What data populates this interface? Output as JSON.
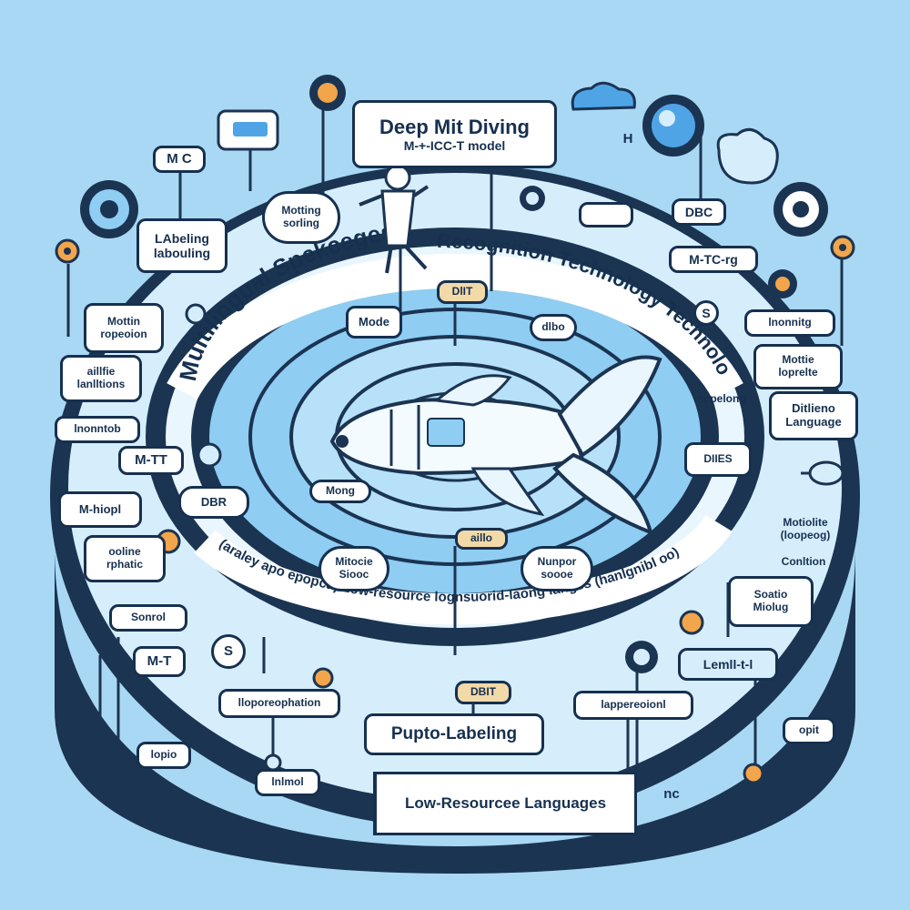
{
  "title": {
    "line1": "Deep Mit Diving",
    "line2": "M-+-ICC-T model"
  },
  "ring_text": {
    "outer": "Multilingual Spekcegesh",
    "right": "Recognition Technology Technoloel",
    "inner_bottom": "(araley apo epopca) Low-resource lognsuorid-laong langes (hanlgnibl oo)"
  },
  "callouts": {
    "mc": "M C",
    "h": "H",
    "labeling": "LAbeling\nlabouling",
    "motting": "Motting\nsorling",
    "dbc_top": "DBC",
    "dnc": "",
    "mtcrg": "M-TC-rg",
    "mottin": "Mottin\nropeoion",
    "s_right": "S",
    "monitoring": "lnonnitg",
    "mottie": "Mottie\nloprelte",
    "mode": "Mode",
    "dlit": "DlIT",
    "dobo": "dlbo",
    "ailfle": "aillfie\nlanlltions",
    "mopelong": "mopelong",
    "dillieno": "Ditlieno\nLanguage",
    "montob": "lnonntob",
    "mtt": "M-TT",
    "dots_right": "DIIES",
    "mong": "Mong",
    "mihiopl": "M-hiopl",
    "dbr": "DBR",
    "aillo": "aillo",
    "motiolite": "Motiolite\n(loopeog)",
    "conltion": "Conltion",
    "ooline": "ooline\nrphatic",
    "mitocie": "Mitocie\nSiooc",
    "nunpor": "Nunpor\nsoooe",
    "soatio": "Soatio\nMiolug",
    "sonrol": "Sonrol",
    "mt": "M-T",
    "s_left": "S",
    "lemlt": "Lemll-t-l",
    "dbit": "DBIT",
    "llopore": "lloporeophation",
    "lappere": "lappereoionl",
    "pupto": "Pupto-Labeling",
    "lopio": "lopio",
    "lnlmol": "lnlmol",
    "opit": "opit",
    "bottom": "Low-Resourcee Languages",
    "nc": "nc"
  },
  "colors": {
    "background": "#a9d8f4",
    "ink": "#16304f",
    "accent": "#f2a54a",
    "ring": "#7cc4ef",
    "panel": "#ffffff"
  }
}
